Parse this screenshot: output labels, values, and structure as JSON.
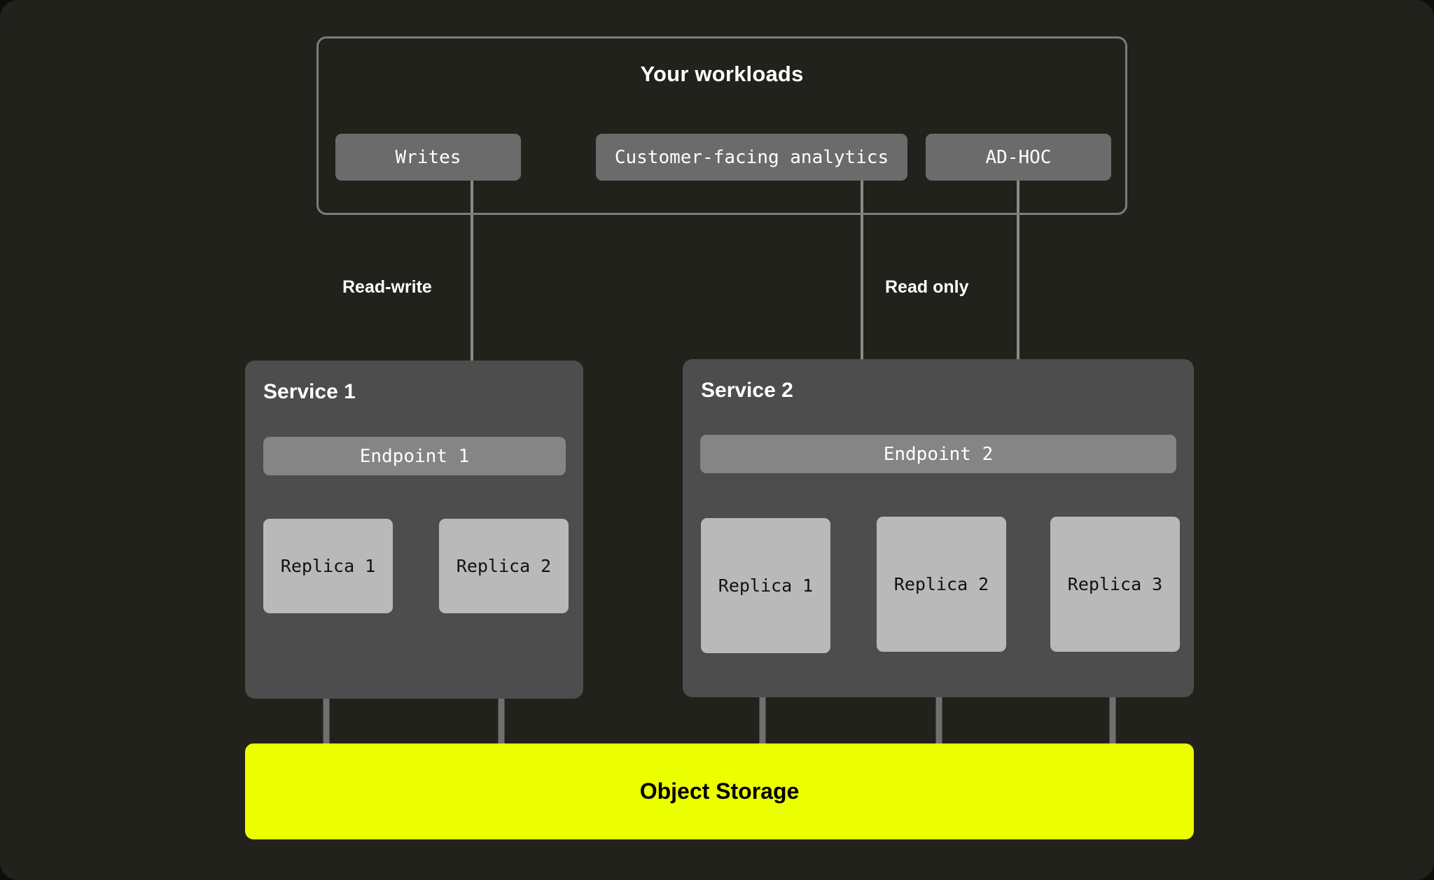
{
  "diagram": {
    "type": "architecture-diagram",
    "background_color": "#21221c",
    "connector_color": "#8a8a8a"
  },
  "workloads": {
    "title": "Your workloads",
    "border_color": "#7c7c7c",
    "items": [
      {
        "label": "Writes",
        "id": "writes"
      },
      {
        "label": "Customer-facing analytics",
        "id": "analytics"
      },
      {
        "label": "AD-HOC",
        "id": "adhoc"
      }
    ]
  },
  "edge_labels": {
    "read_write": "Read-write",
    "read_only": "Read only"
  },
  "services": [
    {
      "title": "Service 1",
      "panel_color": "#4d4d4d",
      "endpoint": {
        "label": "Endpoint 1",
        "color": "#858585"
      },
      "replicas": [
        {
          "label": "Replica 1"
        },
        {
          "label": "Replica 2"
        }
      ]
    },
    {
      "title": "Service 2",
      "panel_color": "#4d4d4d",
      "endpoint": {
        "label": "Endpoint 2",
        "color": "#858585"
      },
      "replicas": [
        {
          "label": "Replica 1"
        },
        {
          "label": "Replica 2"
        },
        {
          "label": "Replica 3"
        }
      ]
    }
  ],
  "storage": {
    "label": "Object Storage",
    "color": "#ecff00",
    "text_color": "#000000"
  }
}
